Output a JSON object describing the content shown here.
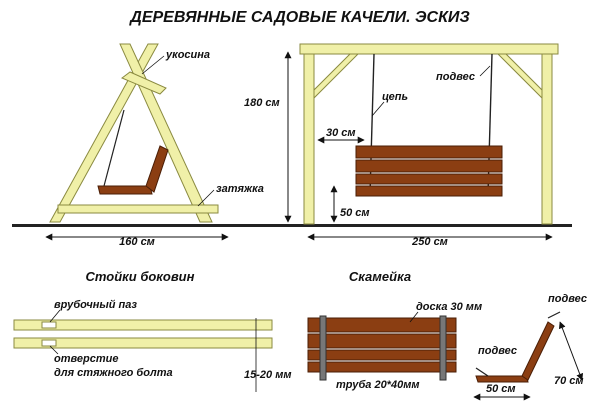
{
  "title": "ДЕРЕВЯННЫЕ САДОВЫЕ КАЧЕЛИ. ЭСКИЗ",
  "side_view": {
    "brace_label": "укосина",
    "tie_label": "затяжка",
    "width_label": "160 см"
  },
  "front_view": {
    "height_label": "180 см",
    "chain_label": "цепь",
    "hanger_label": "подвес",
    "offset_label": "30 см",
    "seat_height_label": "50 см",
    "width_label": "250 см"
  },
  "posts_section": {
    "heading": "Стойки боковин",
    "notch_label": "врубочный паз",
    "hole_label_1": "отверстие",
    "hole_label_2": "для стяжного болта",
    "gap_label": "15-20 мм"
  },
  "bench_section": {
    "heading": "Скамейка",
    "board_label": "доска 30 мм",
    "pipe_label": "труба 20*40мм",
    "hanger_label_left": "подвес",
    "hanger_label_right": "подвес",
    "depth_label": "50 см",
    "back_label": "70 см"
  },
  "colors": {
    "timber": "#f0f0a8",
    "timber_edge": "#8a8a40",
    "board": "#8b3e12",
    "board_edge": "#4a1e06",
    "ground": "#222222",
    "dim_line": "#111111"
  }
}
